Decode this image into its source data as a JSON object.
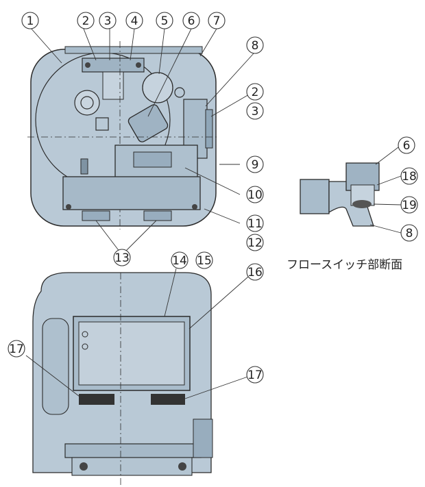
{
  "caption": "フロースイッチ部断面",
  "callouts": [
    "1",
    "2",
    "3",
    "4",
    "5",
    "6",
    "7",
    "8",
    "2",
    "3",
    "9",
    "10",
    "11",
    "12",
    "13",
    "14",
    "15",
    "16",
    "17",
    "17",
    "6",
    "18",
    "19",
    "8"
  ],
  "colors": {
    "body_fill": "#b9c9d6",
    "body_dark": "#8fa6b8",
    "line": "#2b2b2b",
    "label_line": "#333333"
  }
}
